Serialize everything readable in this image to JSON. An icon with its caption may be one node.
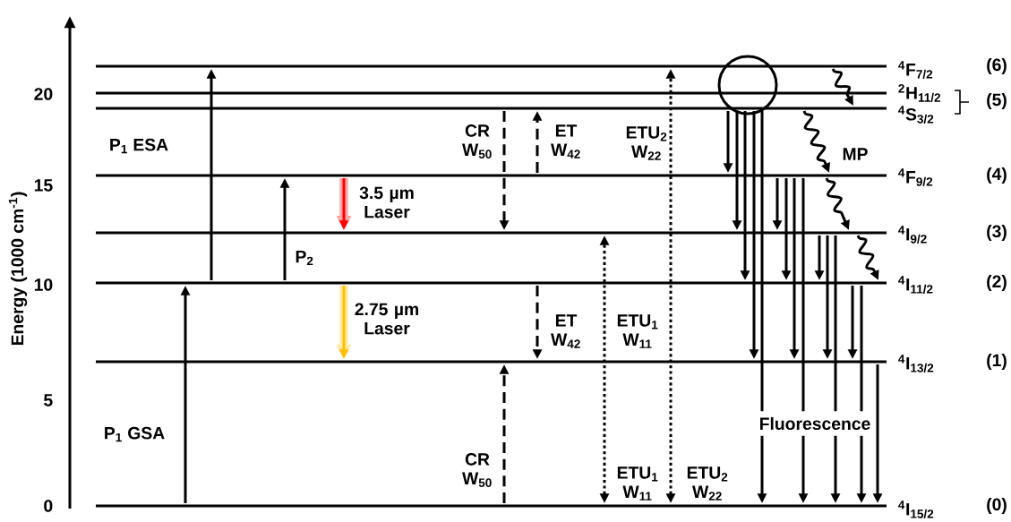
{
  "diagram": {
    "nodes": [
      {
        "text": [],
        "shape": "bar",
        "beside": [
          "$^{4}$F$_{7/2}$",
          "(6)"
        ]
      },
      {
        "text": [],
        "shape": "bar",
        "beside": [
          "$^{2}$H$_{11/2}$"
        ]
      },
      {
        "text": [],
        "shape": "bar",
        "beside": [
          "$^{4}$S$_{3/2}$"
        ]
      },
      {
        "text": [],
        "shape": "bar",
        "beside": [
          "$^{4}$F$_{9/2}$",
          "(4)"
        ]
      },
      {
        "text": [],
        "shape": "bar",
        "beside": [
          "$^{4}$I$_{9/2}$",
          "(3)"
        ]
      },
      {
        "text": [],
        "shape": "bar",
        "beside": [
          "$^{4}$I$_{11/2}$",
          "(2)"
        ]
      },
      {
        "text": [],
        "shape": "bar",
        "beside": [
          "$^{4}$I$_{13/2}$",
          "(1)"
        ]
      },
      {
        "text": [],
        "shape": "bar",
        "beside": [
          "$^{4}$I$_{15/2}$",
          "(0)"
        ]
      },
      {
        "text": [],
        "shape": "circle"
      }
    ],
    "edges": [
      {
        "from": 7,
        "to": 5,
        "arrow": "to",
        "label": "P$_{1}$ GSA"
      },
      {
        "from": 5,
        "to": 0,
        "arrow": "to",
        "label": "P$_{1}$ ESA"
      },
      {
        "from": 5,
        "to": 3,
        "arrow": "to",
        "label": "P$_{2}$"
      },
      {
        "from": 3,
        "to": 4,
        "arrow": "to",
        "label": "3.5 µm Laser",
        "color": "#ff0000"
      },
      {
        "from": 5,
        "to": 6,
        "arrow": "to",
        "label": "2.75 µm Laser",
        "color": "#ffc000"
      },
      {
        "from": 2,
        "to": 4,
        "arrow": "to",
        "label": "CR W$_{50}$",
        "style": "dashed"
      },
      {
        "from": 7,
        "to": 6,
        "arrow": "to",
        "label": "CR W$_{50}$",
        "style": "dashed"
      },
      {
        "from": 3,
        "to": 2,
        "arrow": "to",
        "label": "ET W$_{42}$",
        "style": "dashed"
      },
      {
        "from": 5,
        "to": 6,
        "arrow": "to",
        "label": "ET W$_{42}$",
        "style": "dashed"
      },
      {
        "from": 7,
        "to": 4,
        "arrow": "both",
        "label": "ETU$_{1}$ W$_{11}$",
        "style": "dashed"
      },
      {
        "from": 7,
        "to": 0,
        "arrow": "both",
        "label": "ETU$_{2}$ W$_{22}$",
        "style": "dashed"
      },
      {
        "from": 0,
        "to": 2,
        "arrow": "to"
      },
      {
        "from": 2,
        "to": 3,
        "arrow": "to",
        "label": "MP"
      },
      {
        "from": 3,
        "to": 4,
        "arrow": "to"
      },
      {
        "from": 4,
        "to": 5,
        "arrow": "to"
      },
      {
        "from": 2,
        "to": 3,
        "arrow": "to"
      },
      {
        "from": 2,
        "to": 4,
        "arrow": "to"
      },
      {
        "from": 2,
        "to": 5,
        "arrow": "to"
      },
      {
        "from": 2,
        "to": 6,
        "arrow": "to"
      },
      {
        "from": 2,
        "to": 7,
        "arrow": "to"
      },
      {
        "from": 3,
        "to": 4,
        "arrow": "to"
      },
      {
        "from": 3,
        "to": 5,
        "arrow": "to"
      },
      {
        "from": 3,
        "to": 6,
        "arrow": "to"
      },
      {
        "from": 3,
        "to": 7,
        "arrow": "to"
      },
      {
        "from": 4,
        "to": 5,
        "arrow": "to"
      },
      {
        "from": 4,
        "to": 6,
        "arrow": "to"
      },
      {
        "from": 4,
        "to": 7,
        "arrow": "to"
      },
      {
        "from": 5,
        "to": 6,
        "arrow": "to"
      },
      {
        "from": 5,
        "to": 7,
        "arrow": "to"
      },
      {
        "from": 6,
        "to": 7,
        "arrow": "to"
      }
    ],
    "labels": [
      "20",
      "15",
      "10",
      "5",
      "0",
      "Energy (1000 cm$^{-1}$)",
      "(5)",
      "ETU$_{1}$ W$_{11}$",
      "ETU$_{2}$ W$_{22}$",
      "Fluorescence"
    ]
  }
}
